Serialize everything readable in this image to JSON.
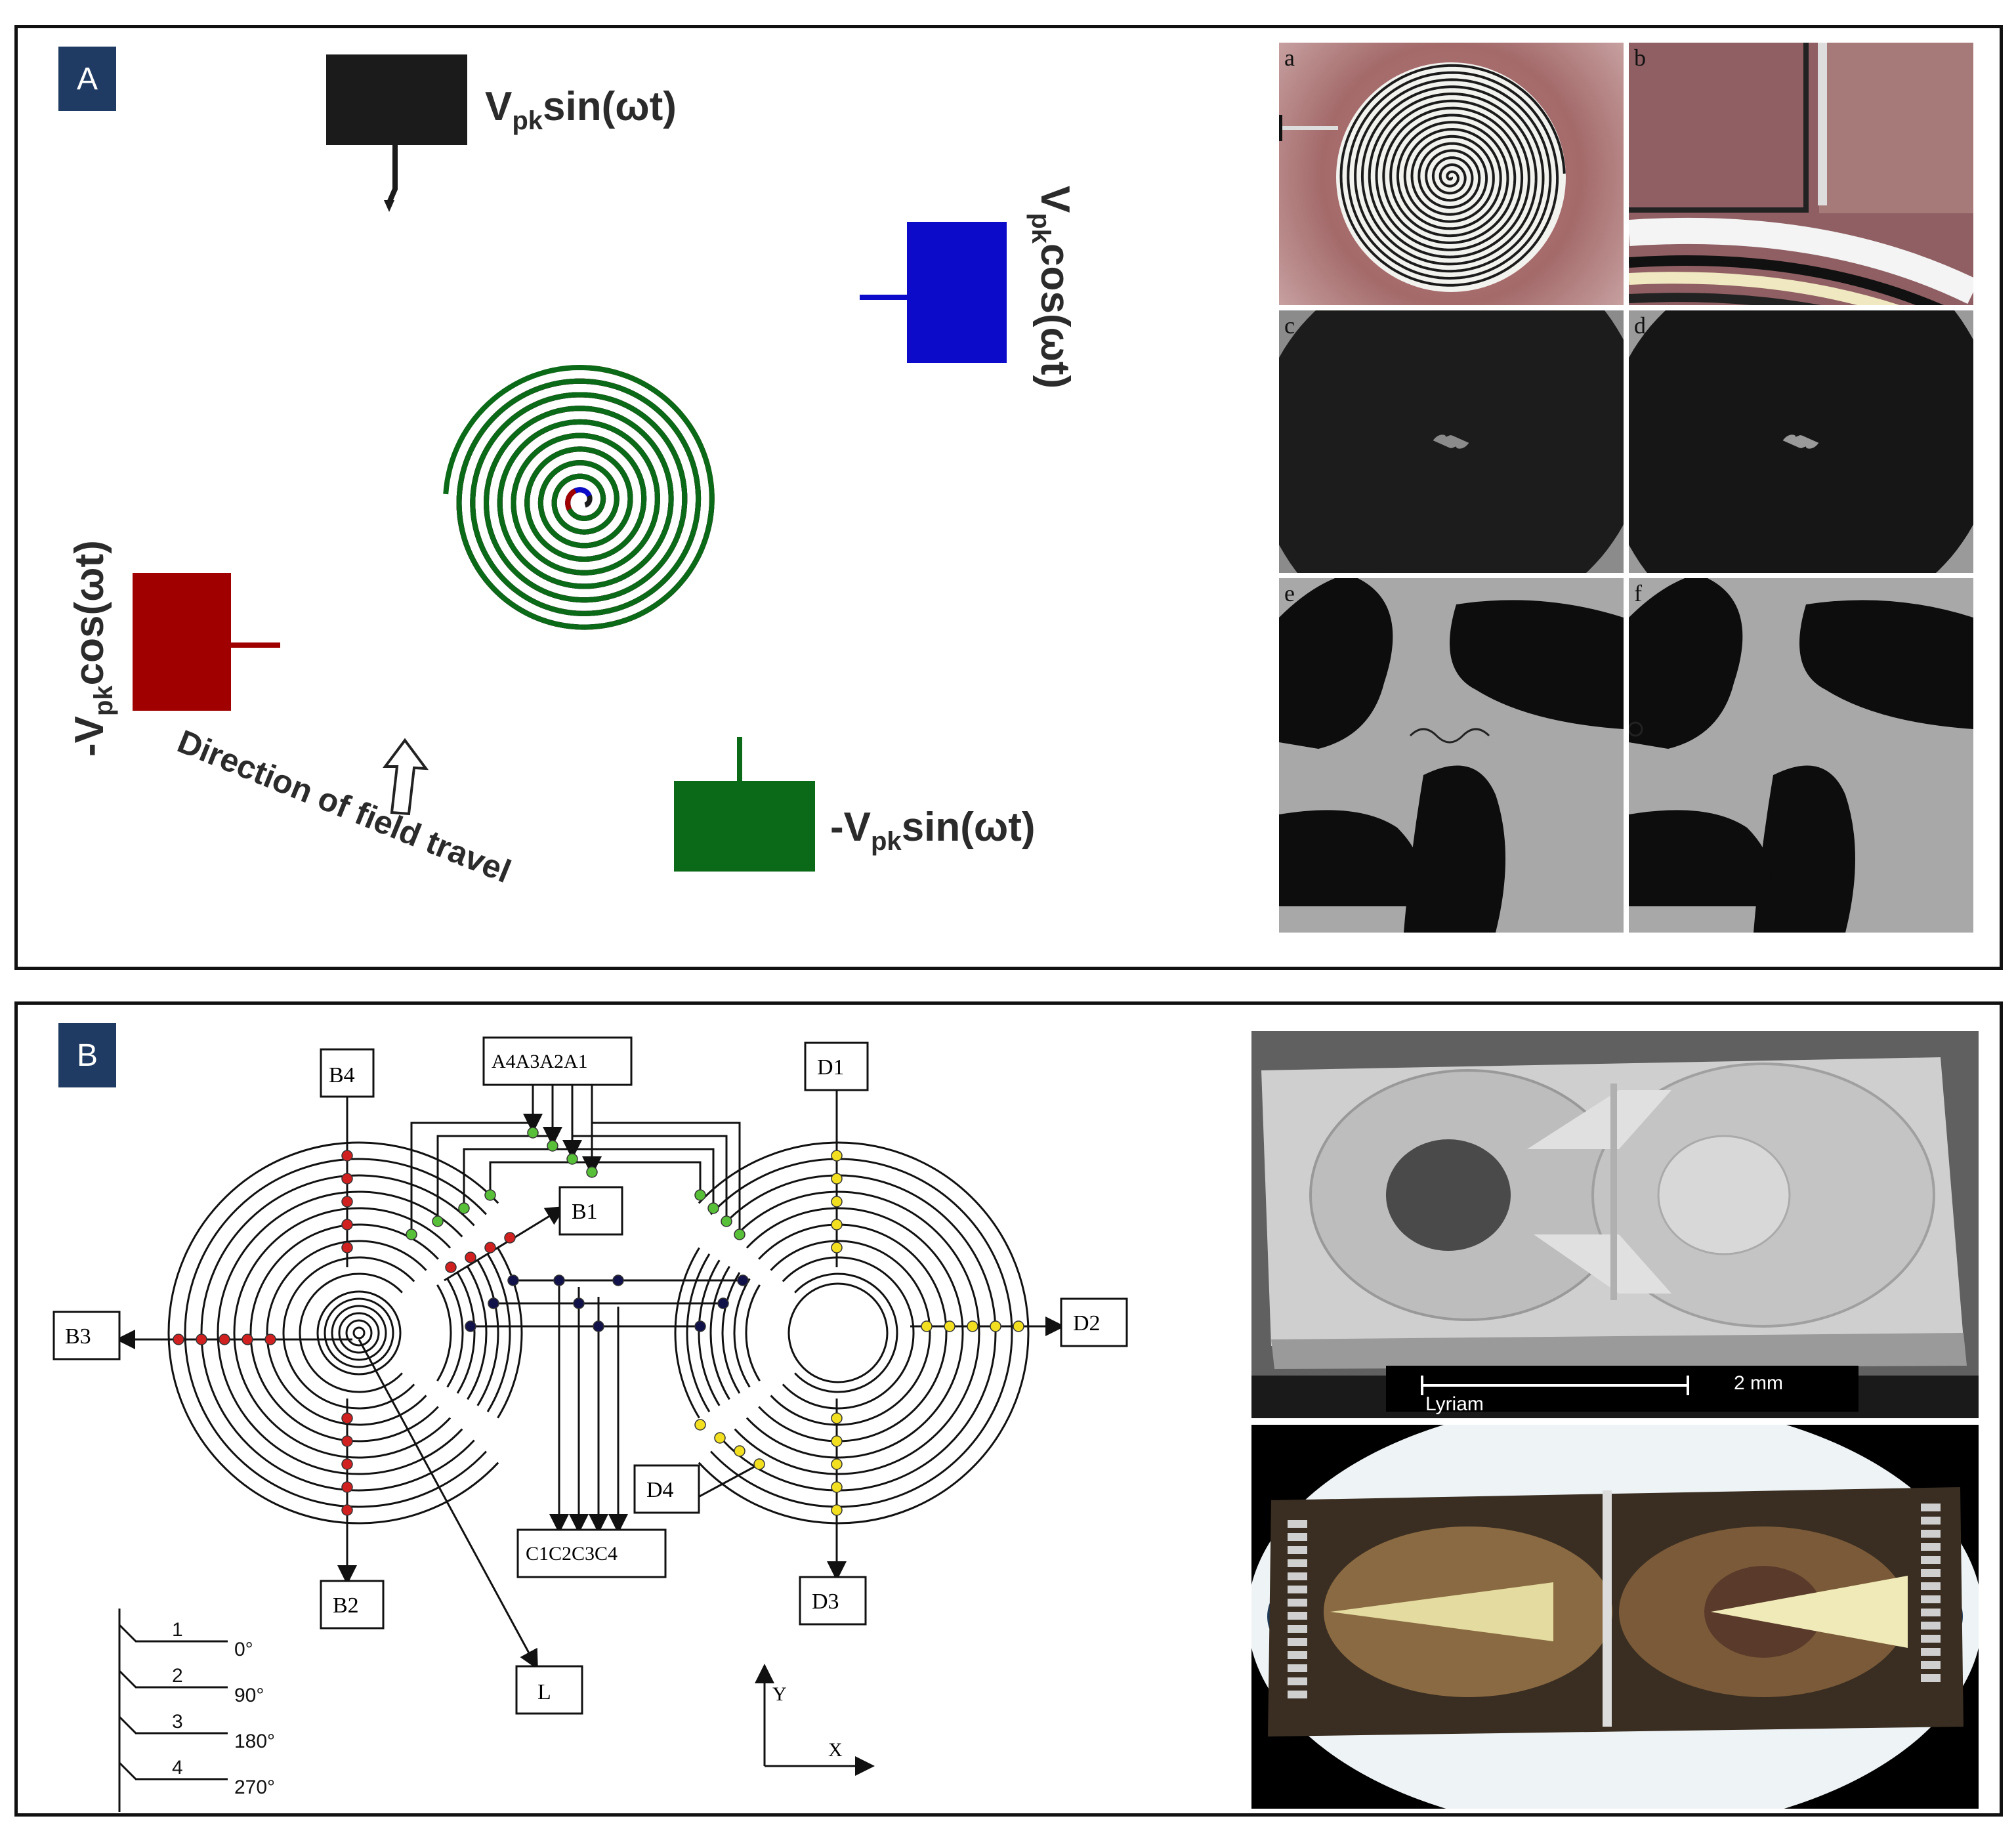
{
  "panel_a": {
    "badge": "A",
    "labels": {
      "sin_top": "Vpksin(ωt)",
      "cos_right": "Vpkcos(ωt)",
      "neg_cos_left": "-Vpkcos(ωt)",
      "neg_sin_bottom": "-Vpksin(ωt)",
      "direction": "Direction of field travel"
    },
    "subpanels": [
      "a",
      "b",
      "c",
      "d",
      "e",
      "f"
    ],
    "colors": {
      "sin": "#1b1b1b",
      "cos": "#0b0bc9",
      "neg_cos": "#a00000",
      "neg_sin": "#0a6a17"
    }
  },
  "panel_b": {
    "badge": "B",
    "boxes": {
      "b4": "B4",
      "b1": "B1",
      "b3": "B3",
      "b2": "B2",
      "a_group": "A4A3A2A1",
      "d1": "D1",
      "d2": "D2",
      "d3": "D3",
      "d4": "D4",
      "c_group": "C1C2C3C4",
      "l": "L"
    },
    "phase_legend": [
      {
        "num": "1",
        "angle": "0°"
      },
      {
        "num": "2",
        "angle": "90°"
      },
      {
        "num": "3",
        "angle": "180°"
      },
      {
        "num": "4",
        "angle": "270°"
      }
    ],
    "axes": {
      "x": "X",
      "y": "Y"
    },
    "scale_bar": {
      "value": "2 mm",
      "credit": "Lyriam"
    },
    "dot_colors": {
      "b": "#d02020",
      "a": "#58c038",
      "c": "#12124a",
      "d": "#f2e020"
    }
  }
}
